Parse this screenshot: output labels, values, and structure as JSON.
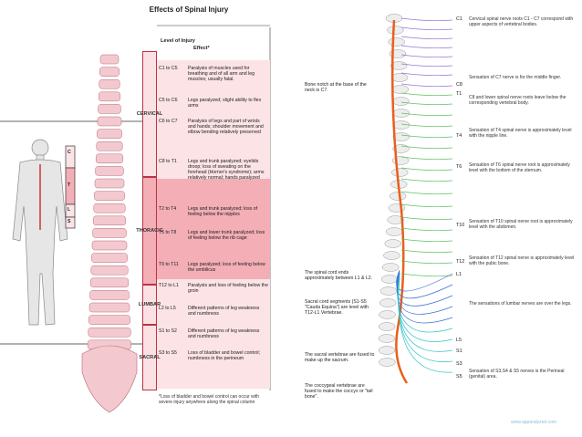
{
  "left": {
    "title": "Effects of Spinal Injury",
    "header_level": "Level of Injury",
    "header_effect": "Effect*",
    "regions": [
      "CERVICAL",
      "THORACIC",
      "LUMBAR",
      "SACRAL"
    ],
    "body_boxes": [
      "C",
      "T",
      "L",
      "S"
    ],
    "rows": [
      {
        "level": "C1 to C5",
        "effect": "Paralysis of muscles used for breathing and of all arm and leg muscles; usually fatal."
      },
      {
        "level": "C5 to C6",
        "effect": "Legs paralyzed; slight ability to flex arms"
      },
      {
        "level": "C6 to C7",
        "effect": "Paralysis of legs and part of wrists and hands; shoulder movement and elbow bending relatively preserved"
      },
      {
        "level": "C8 to T1",
        "effect": "Legs and trunk paralyzed; eyelids droop; loss of sweating on the forehead (Horner's syndrome); arms relatively normal; hands paralyzed"
      },
      {
        "level": "T2 to T4",
        "effect": "Legs and trunk paralyzed; loss of feeling below the nipples"
      },
      {
        "level": "T5 to T8",
        "effect": "Legs and lower trunk paralyzed; loss of feeling below the rib cage"
      },
      {
        "level": "T9 to T11",
        "effect": "Legs paralyzed; loss of feeling below the umbilicus"
      },
      {
        "level": "T12 to L1",
        "effect": "Paralysis and loss of feeling below the groin"
      },
      {
        "level": "L2 to L5",
        "effect": "Different patterns of leg weakness and numbness"
      },
      {
        "level": "S1 to S2",
        "effect": "Different patterns of leg weakness and numbness"
      },
      {
        "level": "S3 to S5",
        "effect": "Loss of bladder and bowel control; numbness in the perineum"
      }
    ],
    "footnote": "*Loss of bladder and bowel control can occur with severe injury anywhere along the spinal column"
  },
  "right": {
    "left_notes": [
      "Bone notch at the base of the neck is C7.",
      "The spinal cord ends approximately between L1 & L2.",
      "Sacral cord segments (S1-S5 \"Cauda Equina\") are level with T12-L1 Vertebrae.",
      "The sacral vertebrae are fused to make up the sacrum.",
      "The coccygeal vertebrae are fused to make the coccyx or \"tail bone\"."
    ],
    "levels": [
      "C1",
      "C8",
      "T1",
      "T4",
      "T6",
      "T10",
      "T12",
      "L1",
      "L5",
      "S1",
      "S3",
      "S5"
    ],
    "descriptions": [
      "Cervical spinal nerve roots C1 - C7 correspond with upper aspects of vertebral bodies.",
      "Sensation of C7 nerve is for the middle finger.",
      "C8 and lower spinal nerve roots leave below the corresponding vertebral body.",
      "Sensation of T4 spinal nerve is approximately level with the nipple line.",
      "Sensation of T6 spinal nerve root is approximately level with the bottom of the sternum.",
      "Sensation of T10 spinal nerve root is approximately level with the abdomen.",
      "Sensation of T12 spinal nerve is approximately level with the pubic bone.",
      "The sensations of lumbar nerves are over the legs.",
      "Sensation of S3,S4 & S5 nerves is the Perineal (genital) area."
    ],
    "watermark": "www.apparalyzed.com"
  },
  "colors": {
    "table_pink": "#f6c6cb",
    "table_pink_dark": "#ee9aa3",
    "bone": "#f3c9cf",
    "cord": "#e8601c",
    "nerve_cervical": "#9b6fd6",
    "nerve_thoracic": "#5cbf5c",
    "nerve_lumbar": "#3a6fd6",
    "nerve_sacral": "#34c3c9"
  }
}
